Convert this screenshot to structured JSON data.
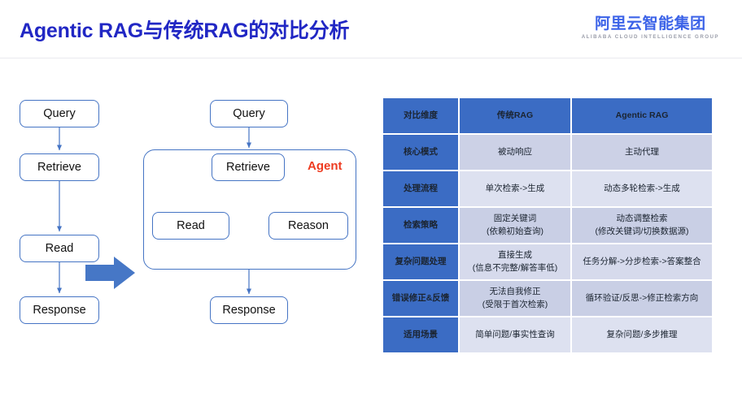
{
  "header": {
    "title": "Agentic RAG与传统RAG的对比分析",
    "title_color": "#2127c4",
    "logo_cn": "阿里云智能集团",
    "logo_en": "ALIBABA CLOUD INTELLIGENCE GROUP",
    "logo_color": "#3c63e8"
  },
  "diagram": {
    "accent_color": "#4574c4",
    "arrow_color": "#4574c4",
    "agent_label_color": "#ee3b20",
    "traditional": {
      "nodes": [
        {
          "label": "Query"
        },
        {
          "label": "Retrieve"
        },
        {
          "label": "Read"
        },
        {
          "label": "Response"
        }
      ]
    },
    "agentic": {
      "query": "Query",
      "agent_label": "Agent",
      "retrieve": "Retrieve",
      "read": "Read",
      "reason": "Reason",
      "response": "Response"
    }
  },
  "table": {
    "header_bg": "#3b6cc4",
    "headers": [
      "对比维度",
      "传统RAG",
      "Agentic RAG"
    ],
    "rows": [
      {
        "dimension": "核心模式",
        "traditional": [
          "被动响应"
        ],
        "agentic": [
          "主动代理"
        ]
      },
      {
        "dimension": "处理流程",
        "traditional": [
          "单次检索->生成"
        ],
        "agentic": [
          "动态多轮检索->生成"
        ]
      },
      {
        "dimension": "检索策略",
        "traditional": [
          "固定关键词",
          "(依赖初始查询)"
        ],
        "agentic": [
          "动态调整检索",
          "(修改关键词/切换数据源)"
        ]
      },
      {
        "dimension": "复杂问题处理",
        "traditional": [
          "直接生成",
          "(信息不完整/解答率低)"
        ],
        "agentic": [
          "任务分解->分步检索->答案整合"
        ]
      },
      {
        "dimension": "错误修正&反馈",
        "traditional": [
          "无法自我修正",
          "(受限于首次检索)"
        ],
        "agentic": [
          "循环验证/反思->修正检索方向"
        ]
      },
      {
        "dimension": "适用场景",
        "traditional": [
          "简单问题/事实性查询"
        ],
        "agentic": [
          "复杂问题/多步推理"
        ]
      }
    ]
  }
}
